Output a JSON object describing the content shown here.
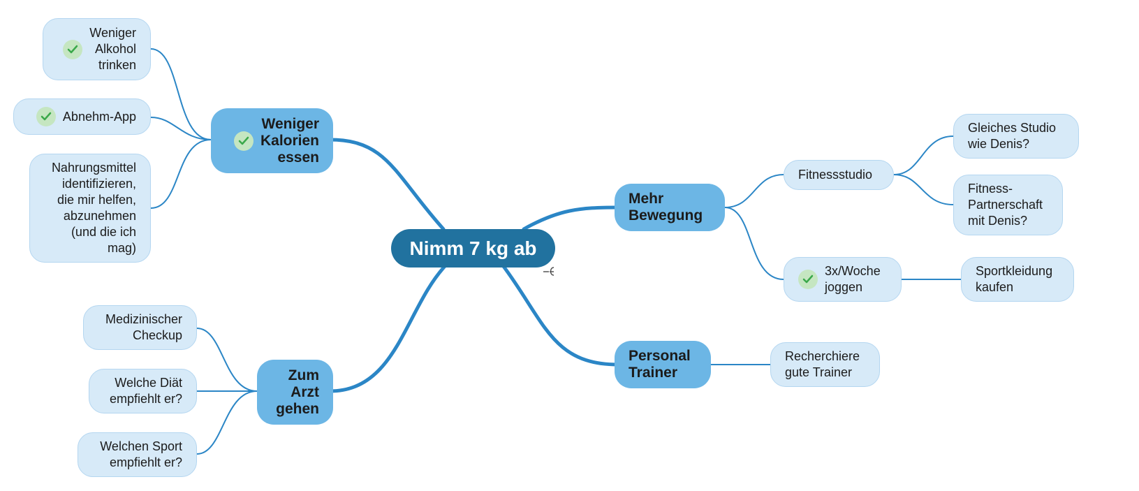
{
  "central": {
    "label": "Nimm 7 kg ab"
  },
  "branches": {
    "kalorien": {
      "label": "Weniger\nKalorien\nessen"
    },
    "arzt": {
      "label": "Zum\nArzt\ngehen"
    },
    "bewegung": {
      "label": "Mehr\nBewegung"
    },
    "trainer": {
      "label": "Personal\nTrainer"
    }
  },
  "leaves": {
    "alkohol": {
      "label": "Weniger\nAlkohol\ntrinken"
    },
    "app": {
      "label": "Abnehm-App"
    },
    "nahrung": {
      "label": "Nahrungsmittel\nidentifizieren,\ndie mir helfen,\nabzunehmen\n(und die ich\nmag)"
    },
    "checkup": {
      "label": "Medizinischer\nCheckup"
    },
    "diaet": {
      "label": "Welche Diät\nempfiehlt er?"
    },
    "sport": {
      "label": "Welchen Sport\nempfiehlt er?"
    },
    "fitnessstudio": {
      "label": "Fitnessstudio"
    },
    "studio_denis": {
      "label": "Gleiches Studio\nwie Denis?"
    },
    "partnerschaft": {
      "label": "Fitness-\nPartnerschaft\nmit Denis?"
    },
    "joggen": {
      "label": "3x/Woche\njoggen"
    },
    "sportkleidung": {
      "label": "Sportkleidung\nkaufen"
    },
    "recherche": {
      "label": "Recherchiere\ngute Trainer"
    }
  },
  "colors": {
    "central_fill": "#21729f",
    "branch_fill": "#6cb6e5",
    "leaf_fill": "#d7eaf8",
    "connector": "#2b86c6",
    "check_fill": "#c5e6c1",
    "check_mark": "#3aa84a"
  }
}
